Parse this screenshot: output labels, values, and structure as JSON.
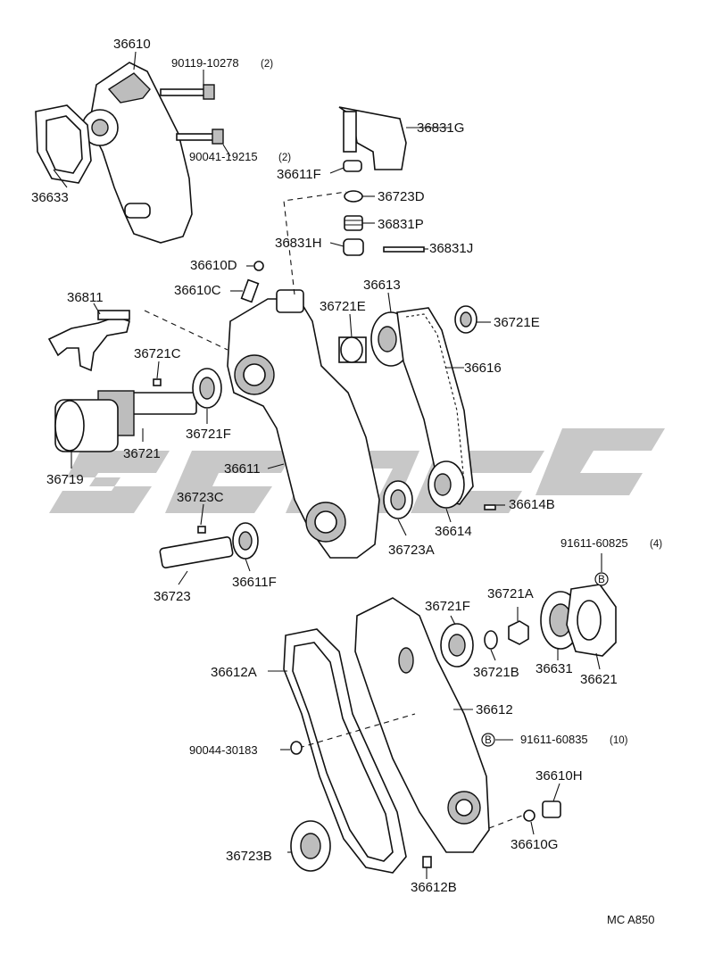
{
  "diagram": {
    "parts": {
      "p36610": "36610",
      "p90119": "90119-10278",
      "q90119": "(2)",
      "p36633": "36633",
      "p90041": "90041-19215",
      "q90041": "(2)",
      "p36831G": "36831G",
      "p36611F_top": "36611F",
      "p36723D": "36723D",
      "p36831P": "36831P",
      "p36831H": "36831H",
      "p36831J": "36831J",
      "p36610D": "36610D",
      "p36610C": "36610C",
      "p36613": "36613",
      "p36811": "36811",
      "p36721E_mid": "36721E",
      "p36721E_right": "36721E",
      "p36616": "36616",
      "p36721C": "36721C",
      "p36721F_left": "36721F",
      "p36721": "36721",
      "p36719": "36719",
      "p36611": "36611",
      "p36723C": "36723C",
      "p36614B": "36614B",
      "p36614": "36614",
      "p36723A": "36723A",
      "p36611F_bot": "36611F",
      "p36723": "36723",
      "p91611_60825": "91611-60825",
      "q91611_60825": "(4)",
      "p36721A": "36721A",
      "p36721F_right": "36721F",
      "p36612A": "36612A",
      "p36721B": "36721B",
      "p36631": "36631",
      "p36621": "36621",
      "p36612": "36612",
      "p90044": "90044-30183",
      "p91611_60835": "91611-60835",
      "q91611_60835": "(10)",
      "p36610H": "36610H",
      "p36610G": "36610G",
      "p36723B": "36723B",
      "p36612B": "36612B",
      "marker_b": "B"
    },
    "footer_code": "MC A850"
  }
}
